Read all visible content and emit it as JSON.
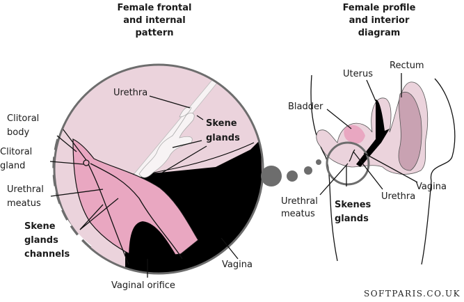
{
  "colors": {
    "light_pink": "#ebd3dc",
    "pink": "#e9a7c1",
    "mauve": "#c9a2b2",
    "gray": "#6d6d6d"
  },
  "left": {
    "title": [
      "Female frontal",
      "and internal",
      "pattern"
    ],
    "labels": {
      "urethra": "Urethra",
      "skene_glands": [
        "Skene",
        "glands"
      ],
      "clitoral_body": [
        "Clitoral",
        "body"
      ],
      "clitoral_gland": [
        "Clitoral",
        "gland"
      ],
      "urethral_meatus": [
        "Urethral",
        "meatus"
      ],
      "skene_channels": [
        "Skene",
        "glands",
        "channels"
      ],
      "vagina": "Vagina",
      "vaginal_orifice": "Vaginal orifice"
    }
  },
  "right": {
    "title": [
      "Female profile",
      "and interior",
      "diagram"
    ],
    "labels": {
      "rectum": "Rectum",
      "uterus": "Uterus",
      "bladder": "Bladder",
      "vagina": "Vagina",
      "urethra": "Urethra",
      "urethral_meatus": [
        "Urethral",
        "meatus"
      ],
      "skenes_glands": [
        "Skenes",
        "glands"
      ]
    }
  },
  "watermark": "SOFTPARIS.CO.UK"
}
